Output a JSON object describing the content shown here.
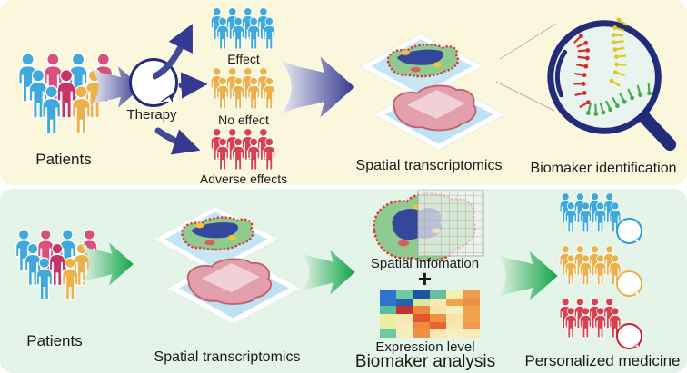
{
  "top_panel": {
    "patients_label": "Patients",
    "therapy_label": "Therapy",
    "outcomes": [
      {
        "label": "Effect"
      },
      {
        "label": "No effect"
      },
      {
        "label": "Adverse effects"
      }
    ],
    "spatial_label": "Spatial transcriptomics",
    "biomarker_label": "Biomaker identification"
  },
  "bottom_panel": {
    "patients_label": "Patients",
    "spatial_label": "Spatial transcriptomics",
    "spatial_info_label": "Spatial infomation",
    "plus": "+",
    "expression_label": "Expression level",
    "analysis_label": "Biomaker analysis",
    "personalized_label": "Personalized medicine"
  },
  "colors": {
    "panel_top_bg": "#faf7dc",
    "panel_bottom_bg": "#e4f4e8",
    "navy": "#232c7b",
    "arrow_purple": "#34398f",
    "arrow_green": "#12a348",
    "person_blue": "#3fa9dc",
    "person_pink": "#d8507e",
    "person_crimson": "#c73568",
    "person_yellow": "#edb14c",
    "person_red": "#d8414f",
    "pill_blue": "#2f9cd6",
    "pill_yellow": "#edb14c",
    "pill_red": "#ce2231",
    "strand_red": "#d52b2b",
    "strand_yellow": "#e3c522",
    "strand_green": "#3fae49"
  },
  "people_groups": {
    "patients_top": [
      "#3fa9dc",
      "#d8507e",
      "#3fa9dc",
      "#d8507e",
      "#3fa9dc",
      "#c73568",
      "#edb14c",
      "#3fa9dc",
      "#edb14c"
    ],
    "effect": [
      "#3fa9dc",
      "#3fa9dc",
      "#3fa9dc",
      "#3fa9dc",
      "#3fa9dc",
      "#3fa9dc",
      "#3fa9dc",
      "#3fa9dc"
    ],
    "no_effect": [
      "#edb14c",
      "#edb14c",
      "#edb14c",
      "#edb14c",
      "#edb14c",
      "#edb14c",
      "#edb14c",
      "#edb14c"
    ],
    "adverse": [
      "#d8414f",
      "#d8414f",
      "#d8414f",
      "#d8414f",
      "#d8414f",
      "#d8414f",
      "#d8414f",
      "#d8414f"
    ],
    "patients_bottom": [
      "#3fa9dc",
      "#d8507e",
      "#3fa9dc",
      "#d8507e",
      "#3fa9dc",
      "#c73568",
      "#edb14c",
      "#3fa9dc",
      "#edb14c"
    ],
    "med_blue": [
      "#3fa9dc",
      "#3fa9dc",
      "#3fa9dc",
      "#3fa9dc",
      "#3fa9dc",
      "#3fa9dc",
      "#3fa9dc",
      "#3fa9dc"
    ],
    "med_yellow": [
      "#edb14c",
      "#edb14c",
      "#edb14c",
      "#edb14c",
      "#edb14c",
      "#edb14c",
      "#edb14c",
      "#edb14c"
    ],
    "med_red": [
      "#d8414f",
      "#d8414f",
      "#d8414f",
      "#d8414f",
      "#d8414f",
      "#d8414f",
      "#d8414f",
      "#d8414f"
    ]
  },
  "heatmap": {
    "rows": [
      [
        "#2e74c9",
        "#6fc9a3",
        "#1c55a0",
        "#62c19c",
        "#f5efaf",
        "#f09a4e"
      ],
      [
        "#2e74c9",
        "#2660b0",
        "#d9e8a0",
        "#f7e9b0",
        "#f0a24e",
        "#ee9140"
      ],
      [
        "#59bfa0",
        "#c3332b",
        "#ee8a3c",
        "#f6e5ac",
        "#f7efc0",
        "#f0a24e"
      ],
      [
        "#edefa0",
        "#f6e8b4",
        "#e0572f",
        "#ee9140",
        "#f6e3a8",
        "#f0a24e"
      ],
      [
        "#edefa0",
        "#f7ecb8",
        "#ee8a3c",
        "#e8622f",
        "#f6e8b4",
        "#f09a4e"
      ],
      [
        "#6fc9a3",
        "#f6edbc",
        "#ee9140",
        "#f6e8b4",
        "#f7efc0",
        "#f5ebb4"
      ]
    ]
  }
}
